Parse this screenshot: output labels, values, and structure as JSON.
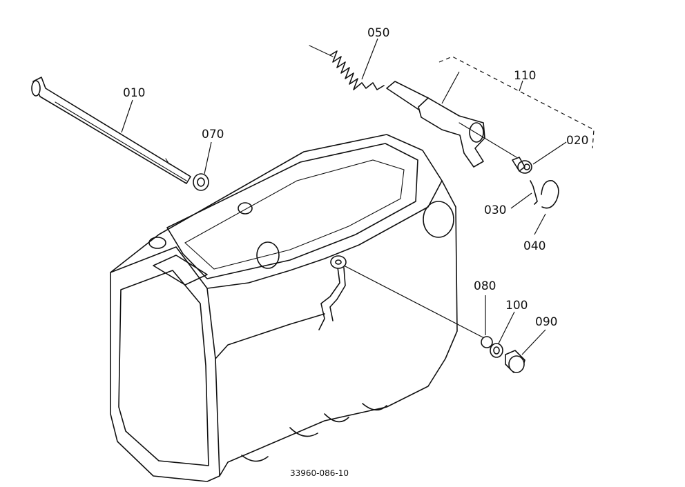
{
  "diagram": {
    "figure_number": "33960-086-10",
    "part_labels": {
      "p010": "010",
      "p020": "020",
      "p030": "030",
      "p040": "040",
      "p050": "050",
      "p070": "070",
      "p080": "080",
      "p090": "090",
      "p100": "100",
      "p110": "110"
    }
  }
}
